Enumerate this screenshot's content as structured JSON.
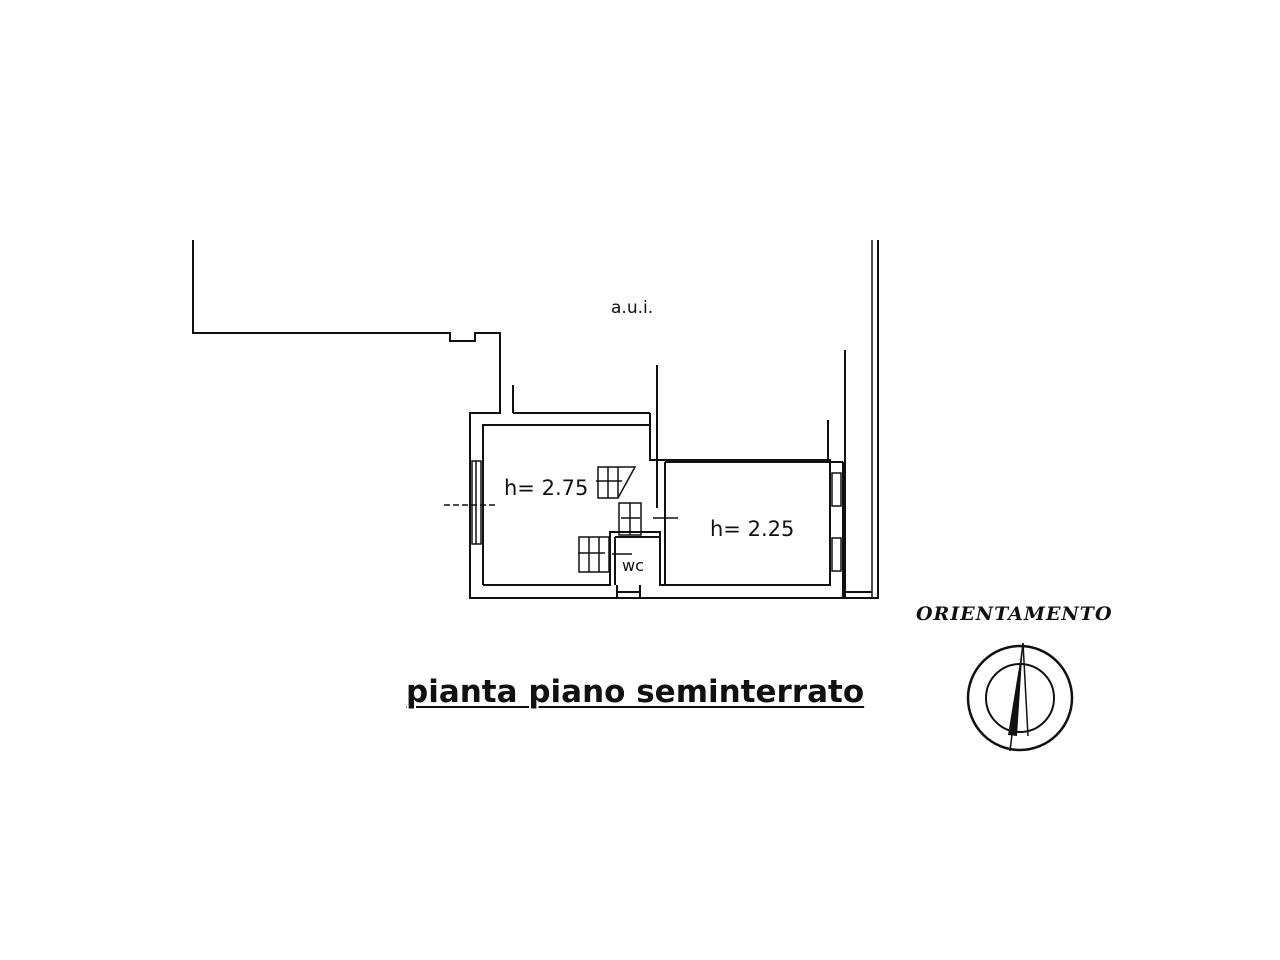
{
  "plan": {
    "title": "pianta piano seminterrato",
    "area_label": "a.u.i.",
    "rooms": [
      {
        "label": "h= 2.75"
      },
      {
        "label": "h= 2.25"
      },
      {
        "label": "wc"
      }
    ]
  },
  "orientation": {
    "label": "ORIENTAMENTO"
  }
}
